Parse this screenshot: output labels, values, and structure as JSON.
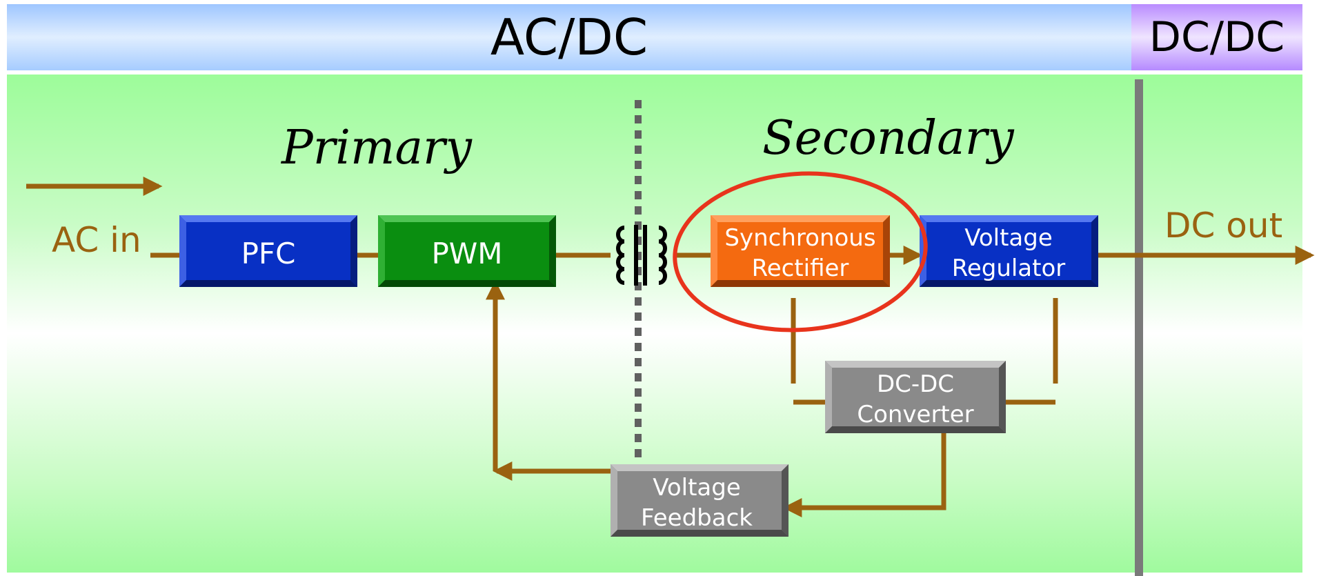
{
  "header": {
    "left_title": "AC/DC",
    "right_title": "DC/DC"
  },
  "regions": {
    "primary": "Primary",
    "secondary": "Secondary"
  },
  "io": {
    "input": "AC in",
    "output": "DC out"
  },
  "blocks": {
    "pfc": {
      "line1": "PFC"
    },
    "pwm": {
      "line1": "PWM"
    },
    "sync_rect": {
      "line1": "Synchronous",
      "line2": "Rectifier"
    },
    "vreg": {
      "line1": "Voltage",
      "line2": "Regulator"
    },
    "dcdc": {
      "line1": "DC-DC",
      "line2": "Converter"
    },
    "vfb": {
      "line1": "Voltage",
      "line2": "Feedback"
    }
  },
  "colors": {
    "wire": "#9a6210",
    "blue_block": "#0830c4",
    "green_block": "#0a8e10",
    "orange_block": "#f46a10",
    "gray_block": "#8a8a8a",
    "highlight": "#e8341c",
    "io_text": "#9a6210"
  }
}
